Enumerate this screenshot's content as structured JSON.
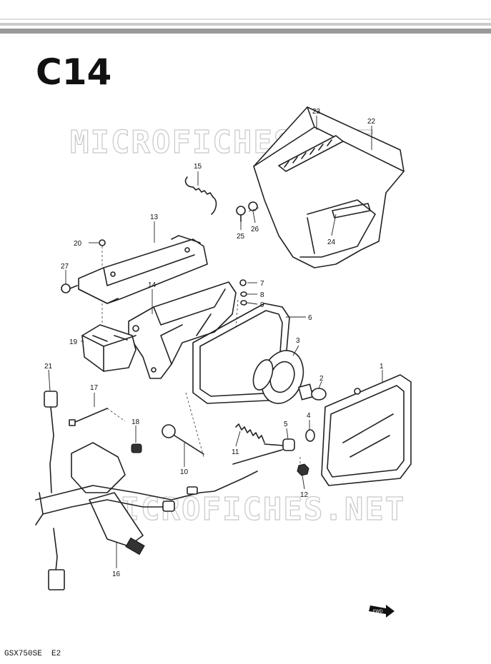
{
  "diagram": {
    "section_code": "C14",
    "model_code": "GSX750SE",
    "edition": "E2",
    "watermark": "MICROFICHES.NET",
    "front_arrow_text": "FWD",
    "part_labels": [
      "1",
      "2",
      "3",
      "4",
      "5",
      "6",
      "7",
      "8",
      "9",
      "10",
      "11",
      "12",
      "13",
      "14",
      "15",
      "16",
      "17",
      "18",
      "19",
      "20",
      "21",
      "22",
      "23",
      "24",
      "25",
      "26",
      "27"
    ]
  }
}
